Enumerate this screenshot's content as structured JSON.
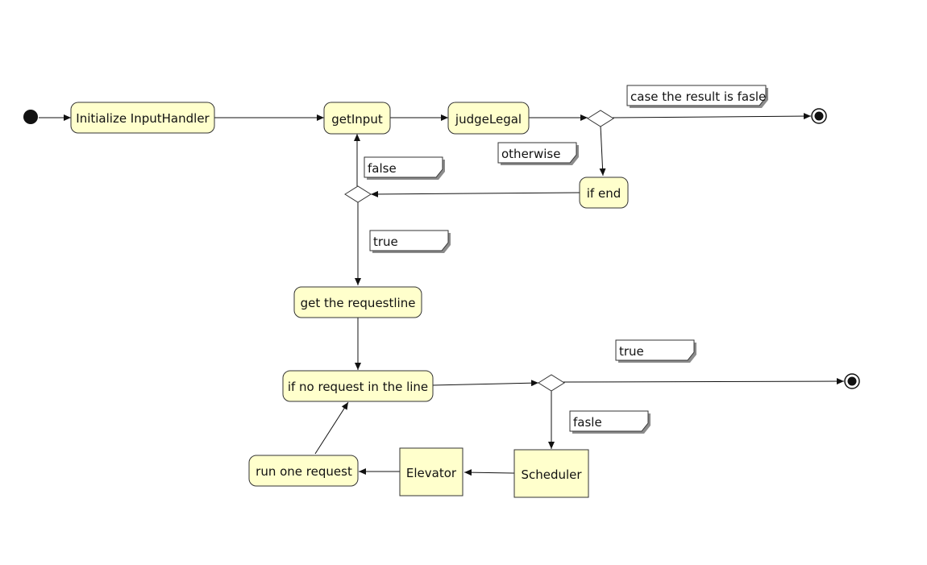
{
  "nodes": {
    "init": "Initialize InputHandler",
    "getInput": "getInput",
    "judgeLegal": "judgeLegal",
    "ifEnd": "if end",
    "getRequestline": "get the requestline",
    "ifNoRequest": "if no request in the line",
    "runOne": "run one request",
    "elevator": "Elevator",
    "scheduler": "Scheduler"
  },
  "notes": {
    "caseFalse": "case the result is fasle",
    "otherwise": "otherwise",
    "falseLoop": "false",
    "trueDown": "true",
    "trueRight": "true",
    "fasleDown": "fasle"
  }
}
